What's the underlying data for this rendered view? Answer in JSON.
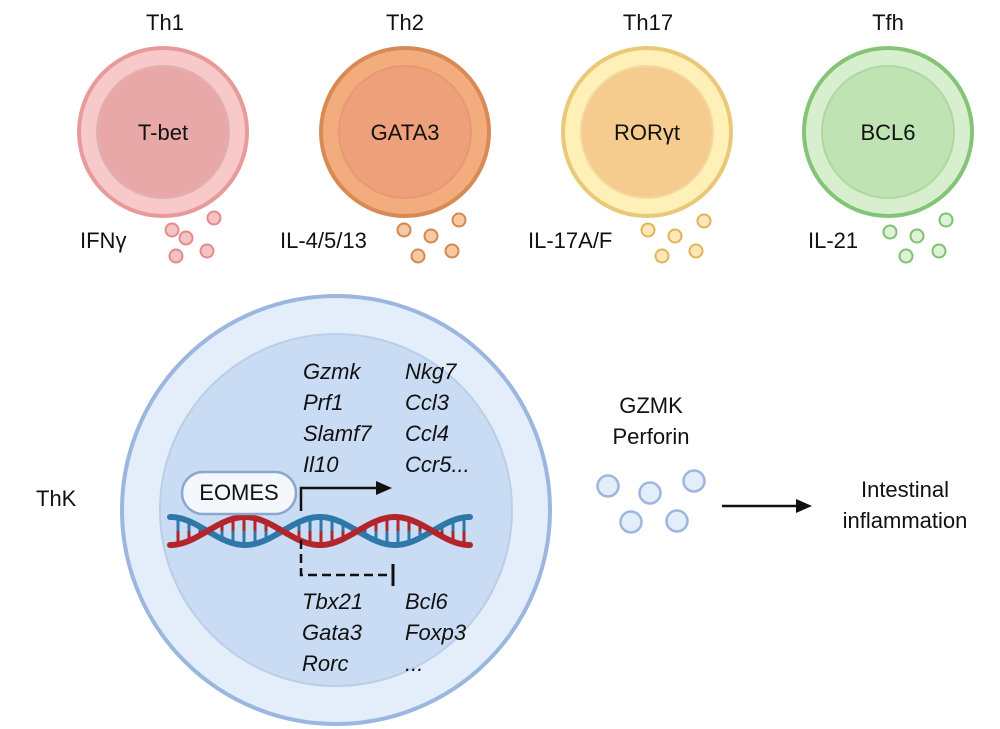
{
  "cells": [
    {
      "label": "Th1",
      "tf": "T-bet",
      "cytokine": "IFNγ",
      "colors": {
        "outer_fill": "#f7c9c9",
        "outer_stroke": "#e89a9a",
        "inner_fill": "#e8a8a8",
        "vesicle_fill": "#f5c3c3",
        "vesicle_stroke": "#e28b8b"
      }
    },
    {
      "label": "Th2",
      "tf": "GATA3",
      "cytokine": "IL-4/5/13",
      "colors": {
        "outer_fill": "#f2ac7e",
        "outer_stroke": "#d88a55",
        "inner_fill": "#eea07a",
        "vesicle_fill": "#f7c9a4",
        "vesicle_stroke": "#d4884f"
      }
    },
    {
      "label": "Th17",
      "tf": "RORγt",
      "cytokine": "IL-17A/F",
      "colors": {
        "outer_fill": "#fff0b8",
        "outer_stroke": "#e9c877",
        "inner_fill": "#f6cb8e",
        "vesicle_fill": "#fde7b6",
        "vesicle_stroke": "#e0b35a"
      }
    },
    {
      "label": "Tfh",
      "tf": "BCL6",
      "cytokine": "IL-21",
      "colors": {
        "outer_fill": "#d8efcf",
        "outer_stroke": "#84c476",
        "inner_fill": "#bfe3b2",
        "vesicle_fill": "#dff2d7",
        "vesicle_stroke": "#7fc06f"
      }
    }
  ],
  "thk": {
    "label": "ThK",
    "tf": "EOMES",
    "activated_genes_col1": [
      "Gzmk",
      "Prf1",
      "Slamf7",
      "Il10"
    ],
    "activated_genes_col2": [
      "Nkg7",
      "Ccl3",
      "Ccl4",
      "Ccr5..."
    ],
    "repressed_genes_col1": [
      "Tbx21",
      "Gata3",
      "Rorc"
    ],
    "repressed_genes_col2": [
      "Bcl6",
      "Foxp3",
      "..."
    ],
    "colors": {
      "outer_fill": "#e3eefa",
      "outer_stroke": "#9bb6df",
      "inner_fill": "#c9dcf4",
      "dna_red": "#b3242b",
      "dna_blue": "#2d78a8",
      "vesicle_fill": "#e3eefa",
      "vesicle_stroke": "#9bb6df"
    }
  },
  "secreted": {
    "line1": "GZMK",
    "line2": "Perforin"
  },
  "outcome": {
    "line1": "Intestinal",
    "line2": "inflammation"
  }
}
